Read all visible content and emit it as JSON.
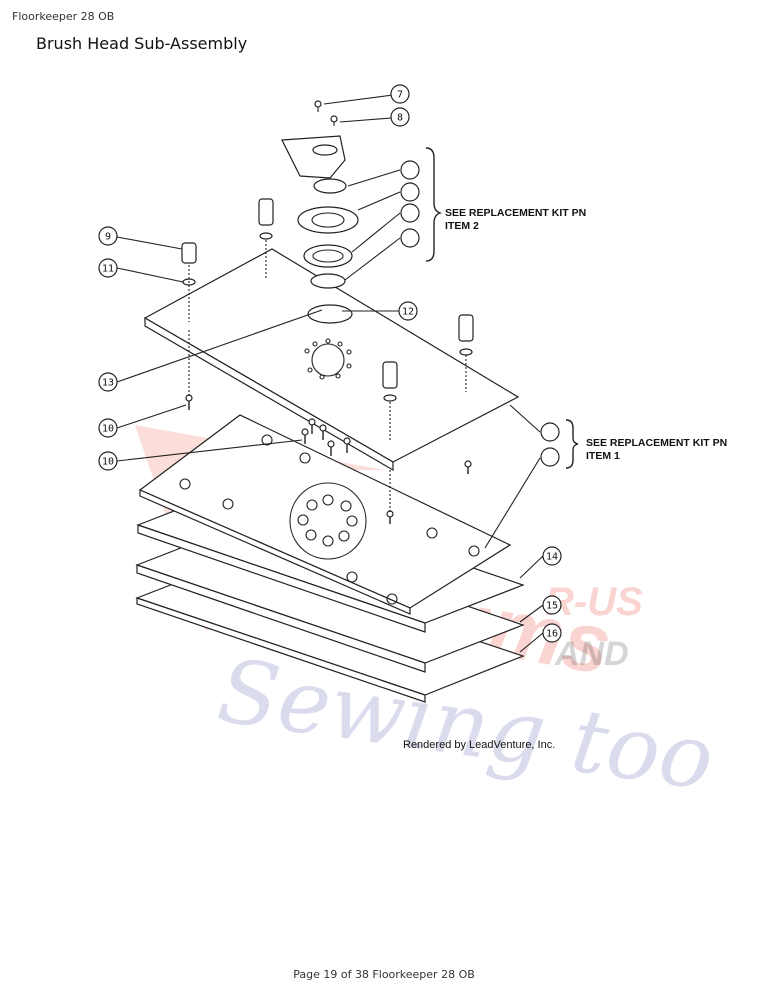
{
  "header": {
    "doc_title": "Floorkeeper 28 OB"
  },
  "page": {
    "title": "Brush Head Sub-Assembly"
  },
  "diagram": {
    "callouts": [
      "7",
      "8",
      "9",
      "11",
      "12",
      "13",
      "10",
      "10",
      "14",
      "15",
      "16"
    ],
    "kit_note_1": {
      "line1": "SEE REPLACEMENT KIT PN",
      "line2": "ITEM 2"
    },
    "kit_note_2": {
      "line1": "SEE REPLACEMENT KIT PN",
      "line2": "ITEM 1"
    },
    "rendered_by": "Rendered by LeadVenture, Inc."
  },
  "watermark": {
    "main": "Vacuums",
    "script": "Sewing too",
    "r_us": "R-US",
    "and": "AND"
  },
  "footer": {
    "text": "Page 19 of 38 Floorkeeper 28 OB"
  }
}
